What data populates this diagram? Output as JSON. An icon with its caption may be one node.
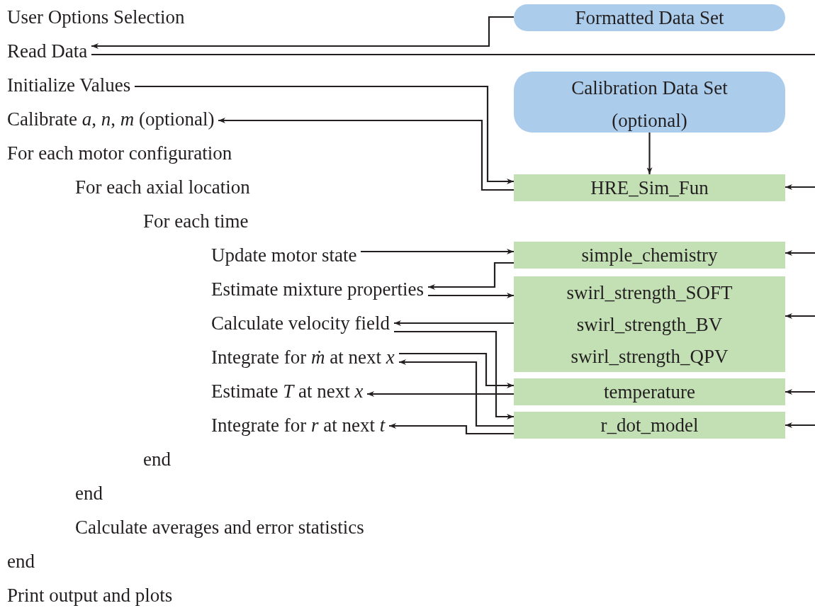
{
  "diagram": {
    "nodes": [
      {
        "text": [
          "Formatted Data Set"
        ]
      },
      {
        "text": [
          "Read Data"
        ]
      },
      {
        "text": [
          "Initialize Values"
        ]
      },
      {
        "text": [
          "Calibration Data Set (optional)"
        ]
      },
      {
        "text": [
          "Calibrate *a*, *n*, *m* (optional)"
        ]
      },
      {
        "text": [
          "HRE_Sim_Fun"
        ]
      },
      {
        "text": [
          "Update motor state"
        ]
      },
      {
        "text": [
          "simple_chemistry"
        ]
      },
      {
        "text": [
          "Estimate mixture properties"
        ]
      },
      {
        "text": [
          "swirl_strength_SOFT",
          "swirl_strength_BV",
          "swirl_strength_QPV"
        ]
      },
      {
        "text": [
          "Calculate velocity field"
        ]
      },
      {
        "text": [
          "Integrate for *ṁ* at next *x*"
        ]
      },
      {
        "text": [
          "temperature"
        ]
      },
      {
        "text": [
          "Estimate *T* at next *x*"
        ]
      },
      {
        "text": [
          "Integrate for *r* at next *t*"
        ]
      },
      {
        "text": [
          "r_dot_model"
        ]
      }
    ],
    "edges": [
      {
        "from": 0,
        "to": 1,
        "arrow": "to"
      },
      {
        "from": 1,
        "to": null,
        "arrow": "none"
      },
      {
        "from": 2,
        "to": 5,
        "arrow": "to"
      },
      {
        "from": 5,
        "to": 4,
        "arrow": "to"
      },
      {
        "from": 3,
        "to": 5,
        "arrow": "to"
      },
      {
        "from": null,
        "to": 5,
        "arrow": "to"
      },
      {
        "from": 6,
        "to": 7,
        "arrow": "to"
      },
      {
        "from": 7,
        "to": 8,
        "arrow": "to"
      },
      {
        "from": 8,
        "to": 9,
        "arrow": "to"
      },
      {
        "from": null,
        "to": 7,
        "arrow": "to"
      },
      {
        "from": 9,
        "to": 10,
        "arrow": "to"
      },
      {
        "from": null,
        "to": 9,
        "arrow": "to"
      },
      {
        "from": 10,
        "to": 15,
        "arrow": "to"
      },
      {
        "from": 11,
        "to": 12,
        "arrow": "to"
      },
      {
        "from": 15,
        "to": 11,
        "arrow": "to"
      },
      {
        "from": 12,
        "to": 13,
        "arrow": "to"
      },
      {
        "from": null,
        "to": 12,
        "arrow": "to"
      },
      {
        "from": 15,
        "to": 14,
        "arrow": "to"
      },
      {
        "from": null,
        "to": 15,
        "arrow": "to"
      }
    ],
    "labels": [
      "User Options Selection",
      "For each motor configuration",
      "For each axial location",
      "For each time",
      "end",
      "end",
      "Calculate averages and error statistics",
      "end",
      "Print output and plots"
    ]
  }
}
